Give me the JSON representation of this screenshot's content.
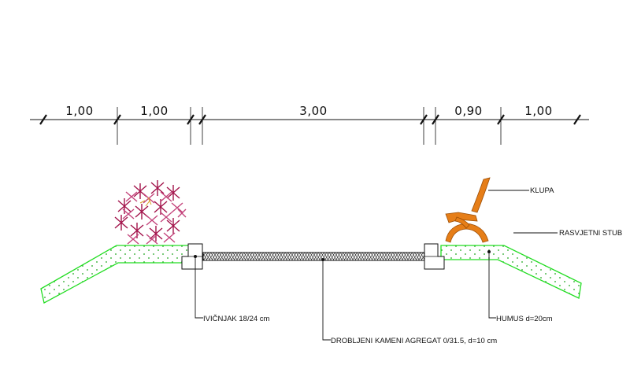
{
  "dimensions": {
    "values": [
      "1,00",
      "1,00",
      "3,00",
      "0,90",
      "1,00"
    ]
  },
  "labels": {
    "bench": "KLUPA",
    "light_pole": "RASVJETNI STUB",
    "curb": "IVIČNJAK 18/24  cm",
    "humus": "HUMUS d=20cm",
    "aggregate": "DROBLJENI KAMENI AGREGAT 0/31.5, d=10 cm"
  },
  "colors": {
    "line": "#111111",
    "humus_outline": "#22dd22",
    "humus_dots": "#1fa31f",
    "bench": "#e67e18",
    "shrub_dark": "#a2134a",
    "shrub_light": "#c4457c"
  }
}
